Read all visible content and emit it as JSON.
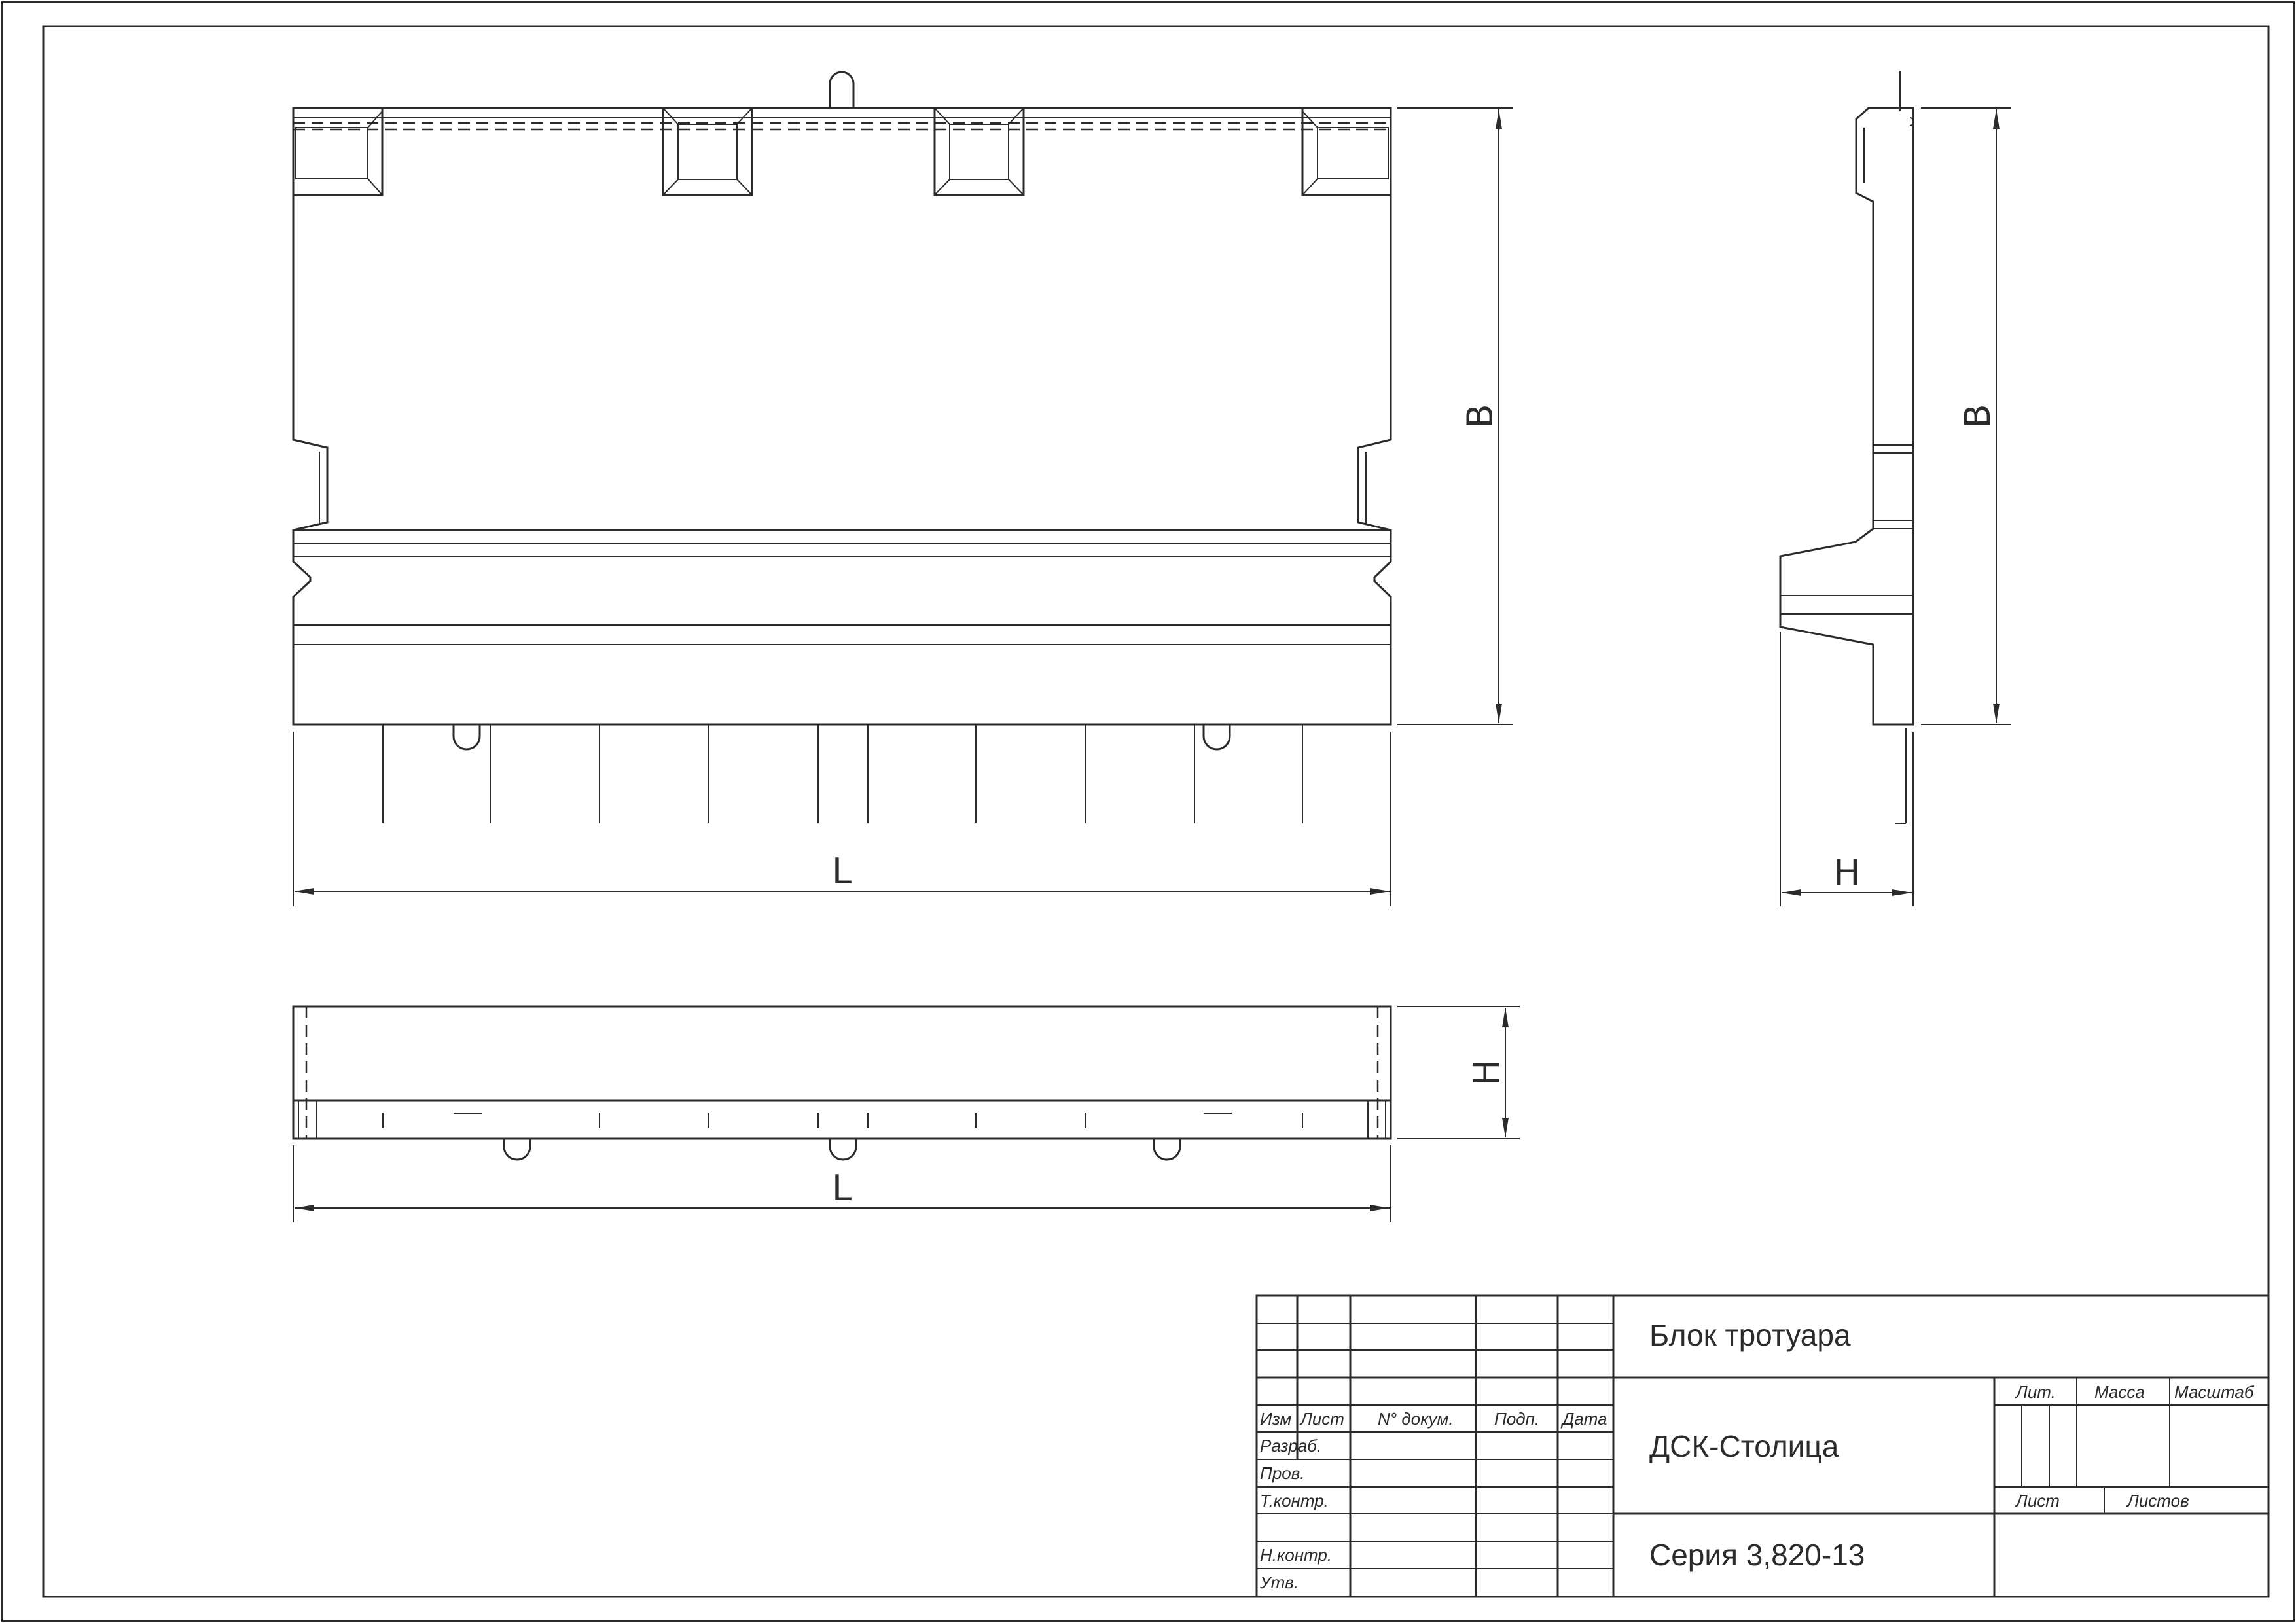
{
  "dimensions": {
    "length_label": "L",
    "height_label": "B",
    "thickness_label": "H"
  },
  "title_block": {
    "title": "Блок тротуара",
    "organization": "ДСК-Столица",
    "document_code": "Серия 3,820-13",
    "columns": {
      "izm": "Изм",
      "list": "Лист",
      "doc_no": "N° докум.",
      "signature": "Подп.",
      "date": "Дата"
    },
    "roles": {
      "developed": "Разраб.",
      "checked": "Пров.",
      "tech_control": "Т.контр.",
      "norm_control": "Н.контр.",
      "approved": "Утв."
    },
    "info": {
      "lit": "Лит.",
      "mass": "Масса",
      "scale": "Масштаб",
      "sheet": "Лист",
      "sheets": "Листов"
    }
  }
}
